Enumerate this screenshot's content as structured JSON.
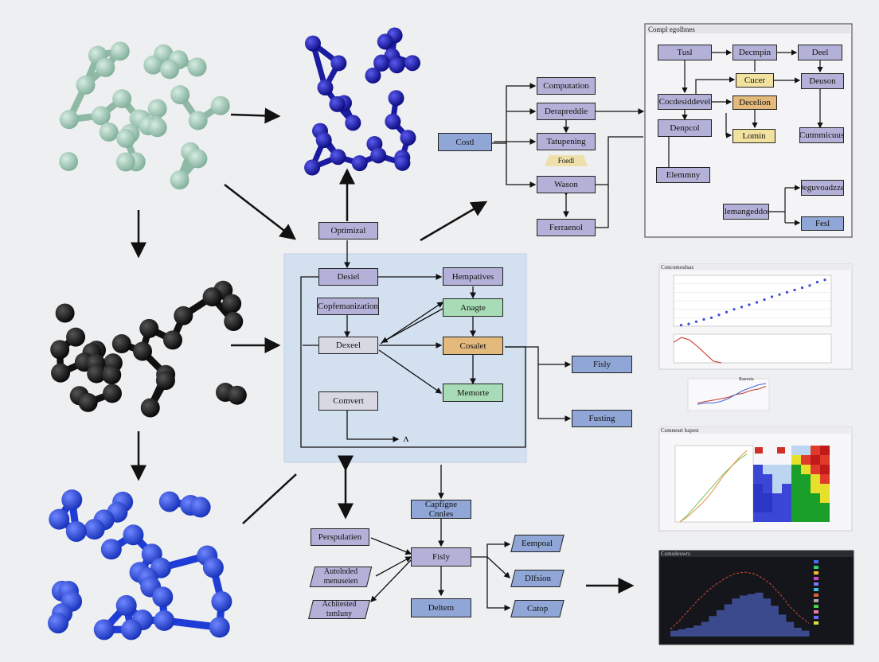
{
  "center": {
    "top_node": "Optimizal",
    "left_nodes": [
      "Desiel",
      "Copfemanization",
      "Dexeel",
      "Comvert"
    ],
    "right_nodes": [
      "Hempatives",
      "Anagte",
      "Cosalet",
      "Memorte"
    ],
    "loop_label": "ᴧ"
  },
  "top_flow": {
    "input": "Costl",
    "nodes": [
      "Computation",
      "Derapreddie",
      "Tatupening",
      "Wason",
      "Ferraenol"
    ],
    "trap": "Foedl"
  },
  "right_panel": {
    "title": "Compl egolbnes",
    "row1": [
      "Tusl",
      "Decmpin",
      "Deel"
    ],
    "col_mid": [
      "Cucer",
      "Decelion",
      "Lomin"
    ],
    "col_left": [
      "Cocdesiddevel",
      "Denpcol",
      "Elemmny"
    ],
    "col_right": [
      "Deuson",
      "Cutmmicuus"
    ],
    "bottom": [
      "Alemangeddom",
      "Deguvoadzzes",
      "Fesl"
    ]
  },
  "side_outputs": [
    "Fisly",
    "Fusting"
  ],
  "bottom_flow": {
    "top": "Capfigne Cnnles",
    "left": [
      "Perspulatien",
      "Autolnded menuseien",
      "Achitested tsmluny"
    ],
    "center": "Fisly",
    "center_bottom": "Deltem",
    "right": [
      "Eempoal",
      "Dlfsion",
      "Catop"
    ]
  },
  "chart_top": {
    "title": "Concomoulsas",
    "line_x": [
      1,
      2,
      3,
      4,
      5,
      6,
      7,
      8,
      9,
      10,
      11,
      12,
      13,
      14,
      15,
      16,
      17,
      18,
      19,
      20
    ],
    "line_y": [
      2,
      4,
      8,
      12,
      15,
      20,
      25,
      30,
      34,
      38,
      42,
      47,
      52,
      56,
      60,
      64,
      68,
      72,
      78,
      82
    ],
    "peak_x": [
      0,
      1,
      2,
      3,
      4,
      5,
      6
    ],
    "peak_y": [
      50,
      62,
      56,
      40,
      22,
      4,
      0
    ]
  },
  "chart_small": {
    "title": "Raeesta",
    "series_a": [
      2,
      3,
      4,
      5,
      6,
      8,
      9,
      11,
      12,
      14
    ],
    "series_b": [
      1,
      2,
      2,
      3,
      5,
      8,
      11,
      13,
      15,
      16
    ]
  },
  "chart_heat": {
    "title": "Comneurt bapest",
    "curve_a": [
      0,
      8,
      18,
      28,
      38,
      48,
      58,
      66,
      74,
      80
    ],
    "curve_b": [
      0,
      6,
      14,
      22,
      32,
      44,
      56,
      66,
      76,
      84
    ]
  },
  "chart_dark": {
    "title": "Comsdouwrs",
    "bars": [
      8,
      10,
      12,
      15,
      20,
      28,
      36,
      44,
      52,
      56,
      58,
      60,
      52,
      42,
      30,
      20,
      12,
      8
    ],
    "line": [
      10,
      22,
      36,
      50,
      62,
      72,
      80,
      86,
      88,
      86,
      80,
      70,
      56,
      40,
      28,
      18
    ]
  },
  "colors": {
    "molecule1": "#9dc6b2",
    "molecule2": "#1a1aa8",
    "molecule3": "#121212",
    "molecule4": "#1f3dd6",
    "center_panel": "#d3e0ef"
  }
}
